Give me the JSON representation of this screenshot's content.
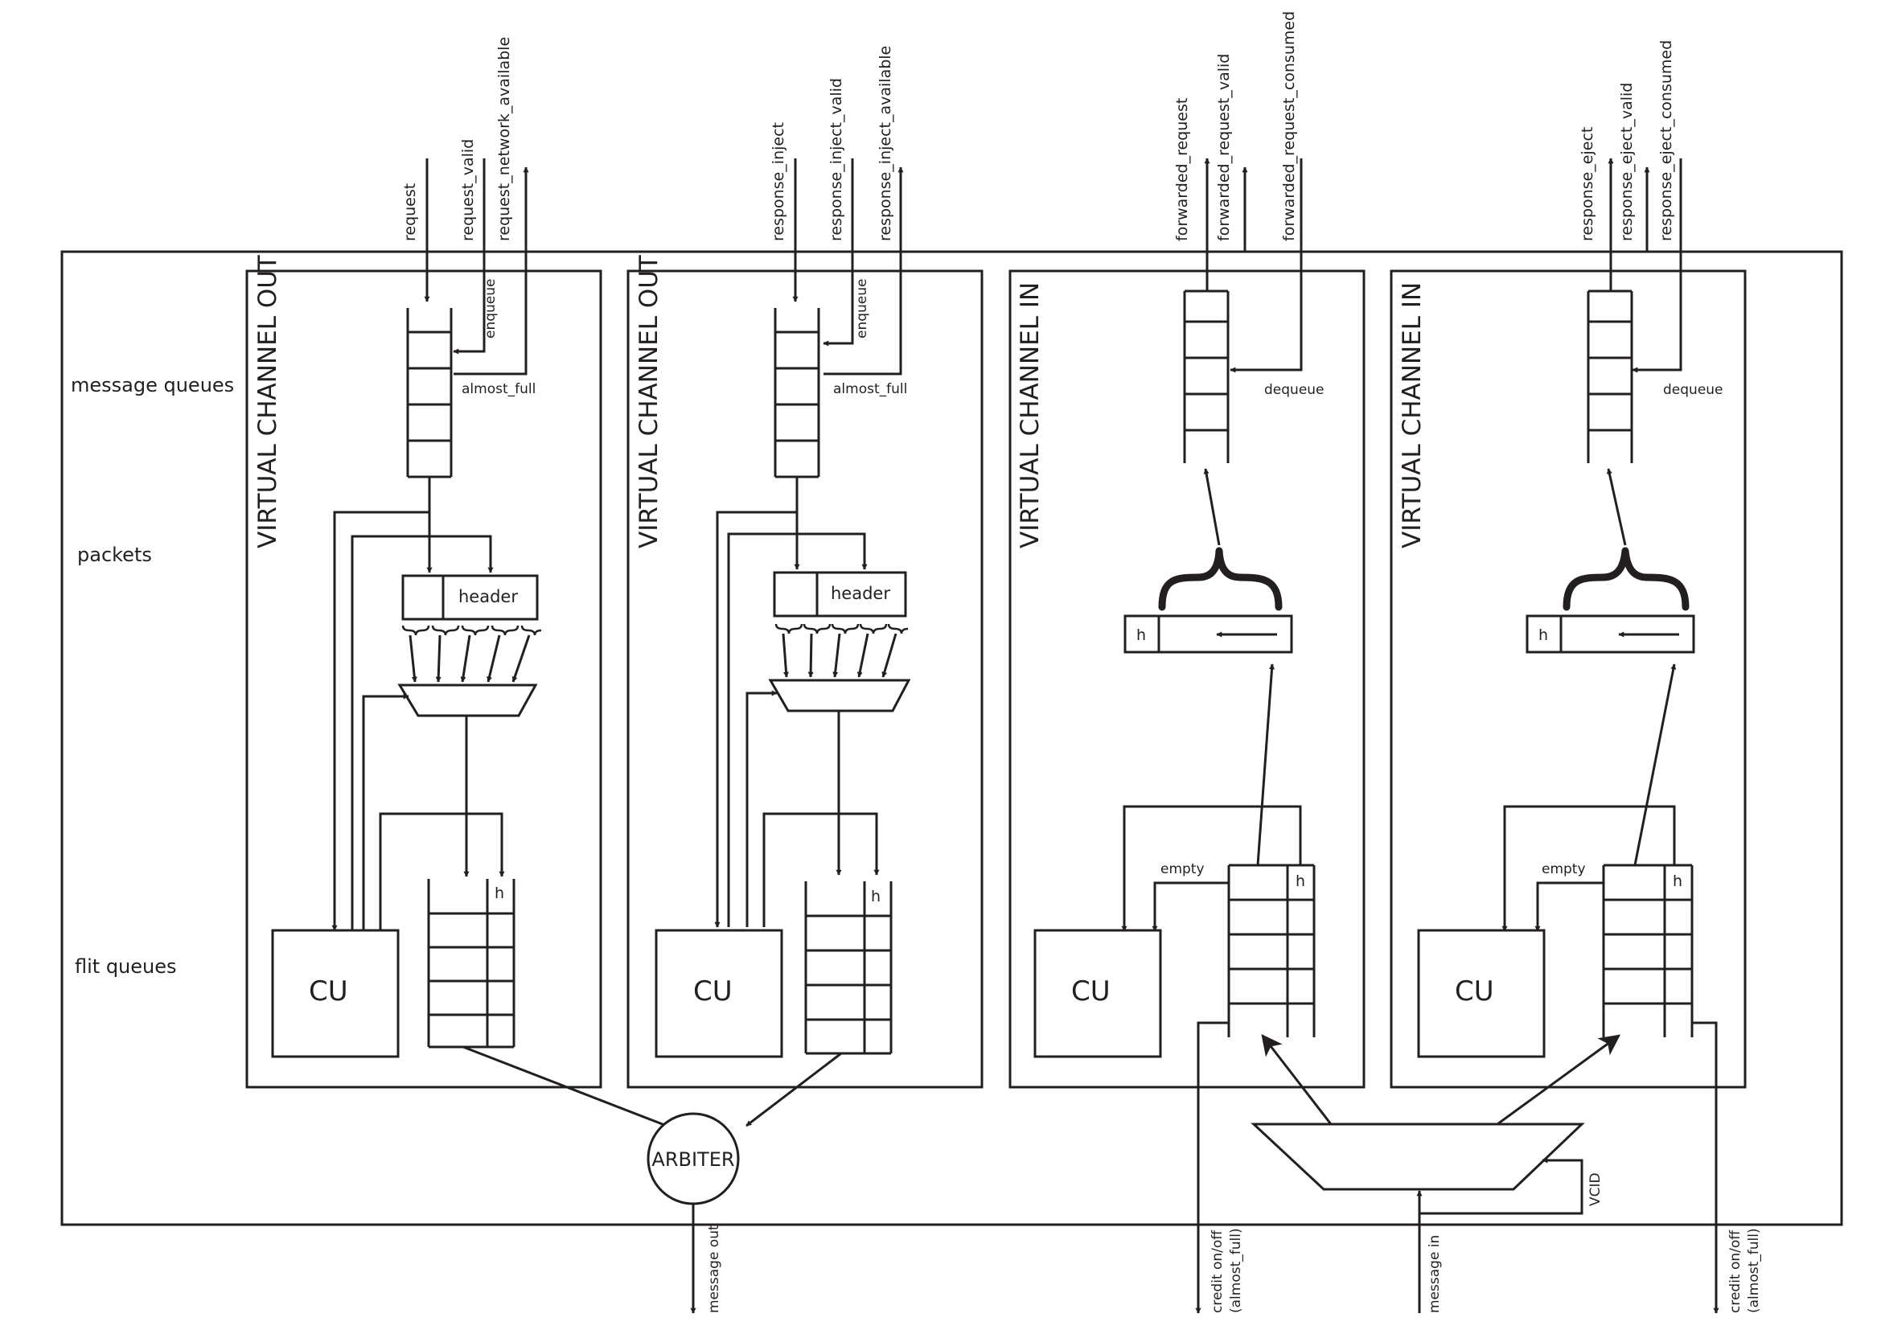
{
  "row_labels": {
    "message_queues": "message queues",
    "packets": "packets",
    "flit_queues": "flit queues"
  },
  "vc_out_1": {
    "title": "VIRTUAL CHANNEL OUT",
    "signals": [
      "request",
      "request_valid",
      "request_network_available"
    ],
    "enqueue": "enqueue",
    "almost_full": "almost_full",
    "header": "header",
    "cu": "CU",
    "h": "h"
  },
  "vc_out_2": {
    "title": "VIRTUAL CHANNEL OUT",
    "signals": [
      "response_inject",
      "response_inject_valid",
      "response_inject_available"
    ],
    "enqueue": "enqueue",
    "almost_full": "almost_full",
    "header": "header",
    "cu": "CU",
    "h": "h"
  },
  "vc_in_1": {
    "title": "VIRTUAL CHANNEL IN",
    "signals": [
      "forwarded_request",
      "forwarded_request_valid",
      "forwarded_request_consumed"
    ],
    "dequeue": "dequeue",
    "empty": "empty",
    "cu": "CU",
    "h": "h"
  },
  "vc_in_2": {
    "title": "VIRTUAL CHANNEL IN",
    "signals": [
      "response_eject",
      "response_eject_valid",
      "response_eject_consumed"
    ],
    "dequeue": "dequeue",
    "empty": "empty",
    "cu": "CU",
    "h": "h"
  },
  "arbiter": "ARBITER",
  "vcid": "VCID",
  "bottom": {
    "message_out": "message out",
    "message_in": "message in",
    "credit_1": [
      "credit on/off",
      "(almost_full)"
    ],
    "credit_2": [
      "credit on/off",
      "(almost_full)"
    ]
  },
  "colors": {
    "line": "#231f20",
    "background": "#ffffff"
  }
}
